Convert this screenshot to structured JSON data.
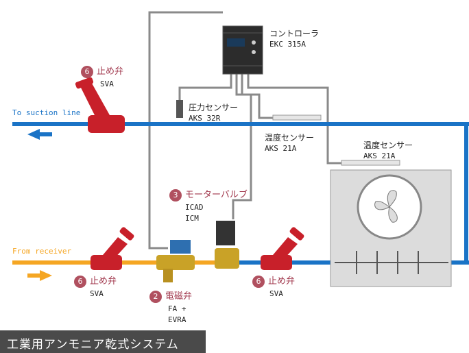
{
  "colors": {
    "suction_line": "#1a73c6",
    "liquid_line": "#f5a623",
    "valve_red": "#c8202a",
    "wire": "#888888",
    "label_red": "#a0364b"
  },
  "lines": {
    "suction": "To suction line",
    "receiver": "From receiver"
  },
  "controller": {
    "name": "コントローラ",
    "model": "EKC 315A"
  },
  "pressure_sensor": {
    "name": "圧力センサー",
    "model": "AKS 32R"
  },
  "temp_sensor_1": {
    "name": "温度センサー",
    "model": "AKS 21A"
  },
  "temp_sensor_2": {
    "name": "温度センサー",
    "model": "AKS 21A"
  },
  "motor_valve": {
    "num": "3",
    "name": "モーターバルブ",
    "model1": "ICAD",
    "model2": "ICM"
  },
  "stop_valve_top": {
    "num": "6",
    "name": "止め弁",
    "model": "SVA"
  },
  "stop_valve_left": {
    "num": "6",
    "name": "止め弁",
    "model": "SVA"
  },
  "stop_valve_right": {
    "num": "6",
    "name": "止め弁",
    "model": "SVA"
  },
  "solenoid_valve": {
    "num": "2",
    "name": "電磁弁",
    "model1": "FA +",
    "model2": "EVRA"
  },
  "footer_title": "工業用アンモニア乾式システム"
}
